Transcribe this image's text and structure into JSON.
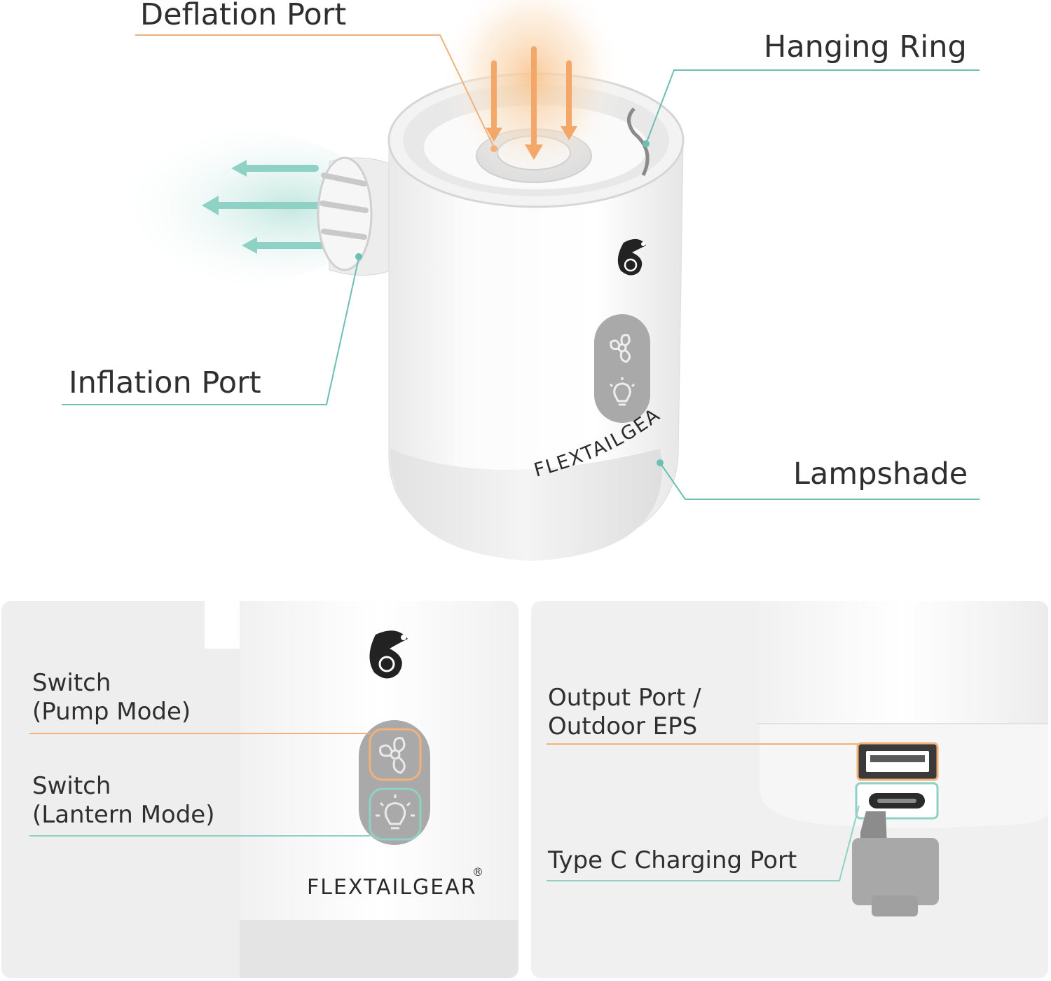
{
  "labels": {
    "deflation_port": "Deflation Port",
    "hanging_ring": "Hanging Ring",
    "inflation_port": "Inflation Port",
    "lampshade": "Lampshade",
    "switch_pump": "Switch\n(Pump Mode)",
    "switch_lantern": "Switch\n(Lantern Mode)",
    "output_port": "Output Port /\nOutdoor EPS",
    "type_c_port": "Type C Charging Port"
  },
  "brand": {
    "name": "FLEXTAILGEAR",
    "registered_mark": "®"
  },
  "colors": {
    "orange_callout": "#f0b27a",
    "teal_callout": "#6cbfb3",
    "device_white": "#f7f7f7",
    "button_gray": "#a8a8a8",
    "panel_bg": "#f2f2f2"
  },
  "icons": [
    "chameleon-logo-icon",
    "fan-icon",
    "bulb-icon",
    "usb-a-port-icon",
    "usb-c-port-icon"
  ]
}
